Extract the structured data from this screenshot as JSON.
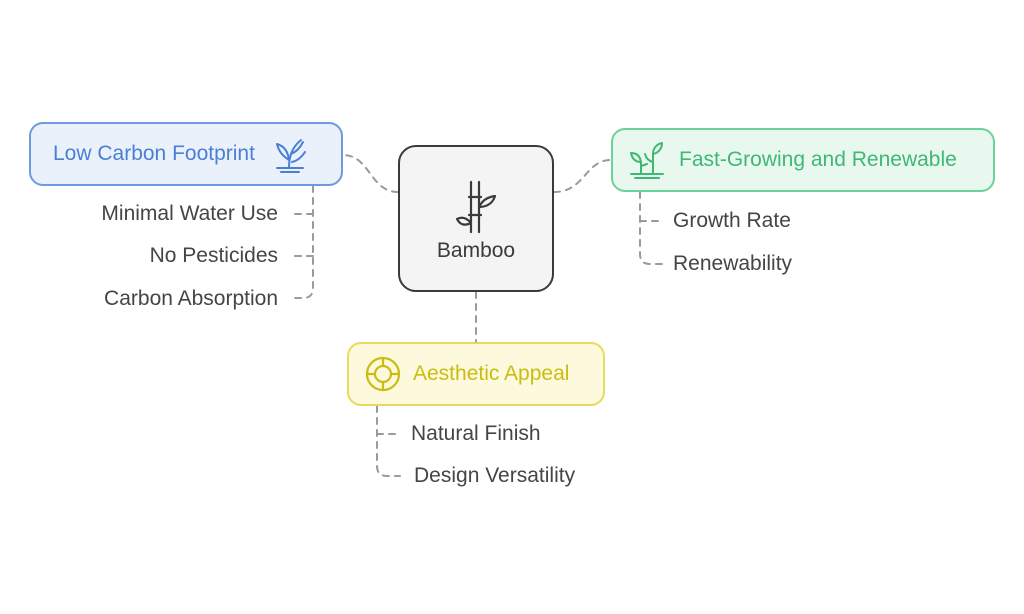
{
  "center": {
    "label": "Bamboo",
    "icon": "bamboo-icon"
  },
  "branches": {
    "low_carbon": {
      "label": "Low Carbon Footprint",
      "icon": "plant-leaves-icon",
      "color": "#4a7fd4",
      "items": [
        "Minimal Water Use",
        "No Pesticides",
        "Carbon Absorption"
      ]
    },
    "fast_growing": {
      "label": "Fast-Growing and Renewable",
      "icon": "sprouting-plant-icon",
      "color": "#3fb874",
      "items": [
        "Growth Rate",
        "Renewability"
      ]
    },
    "aesthetic": {
      "label": "Aesthetic Appeal",
      "icon": "target-circle-icon",
      "color": "#cbbd10",
      "items": [
        "Natural Finish",
        "Design Versatility"
      ]
    }
  },
  "colors": {
    "connector": "#9a9a9a",
    "center_border": "#3a3a3a",
    "blue_border": "#6e9be0",
    "green_border": "#6ad29a",
    "yellow_border": "#e6db5a"
  }
}
